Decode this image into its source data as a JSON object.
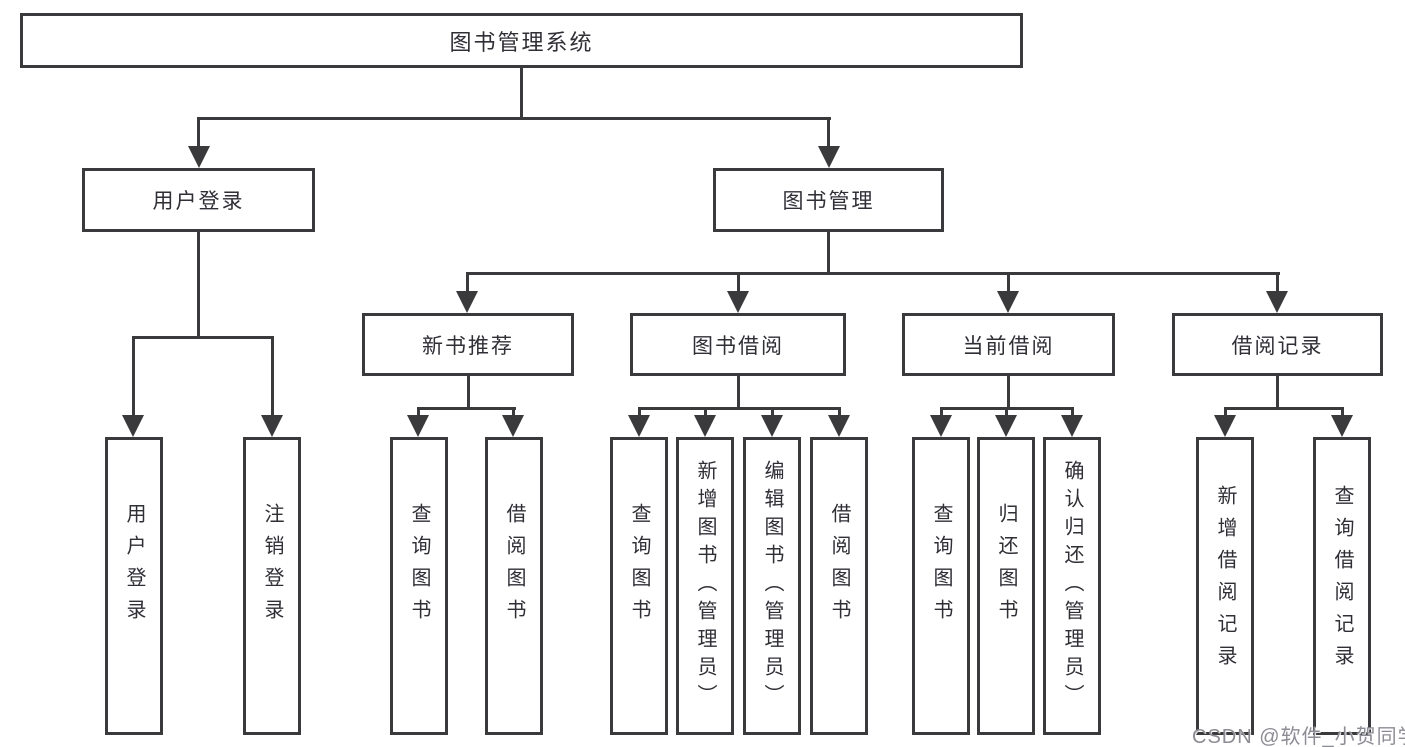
{
  "nodes": {
    "root": "图书管理系统",
    "user_login": "用户登录",
    "book_management": "图书管理",
    "new_book_recommend": "新书推荐",
    "book_borrowing": "图书借阅",
    "current_borrowing": "当前借阅",
    "borrowing_records": "借阅记录"
  },
  "leaves": {
    "user_login": "用户登录",
    "logout": "注销登录",
    "recommend_query_book": "查询图书",
    "recommend_borrow_book": "借阅图书",
    "borrowing_query_book": "查询图书",
    "borrowing_add_book": "新增图书（管理员）",
    "borrowing_edit_book": "编辑图书（管理员）",
    "borrowing_borrow_book": "借阅图书",
    "current_query_book": "查询图书",
    "current_return_book": "归还图书",
    "current_confirm_return": "确认归还（管理员）",
    "records_add_record": "新增借阅记录",
    "records_query_record": "查询借阅记录"
  },
  "watermark": "CSDN @软件_小贺同学",
  "colors": {
    "line": "#3a3a3c",
    "text": "#2f2f36",
    "watermark": "#8c8c94",
    "background": "#ffffff"
  }
}
